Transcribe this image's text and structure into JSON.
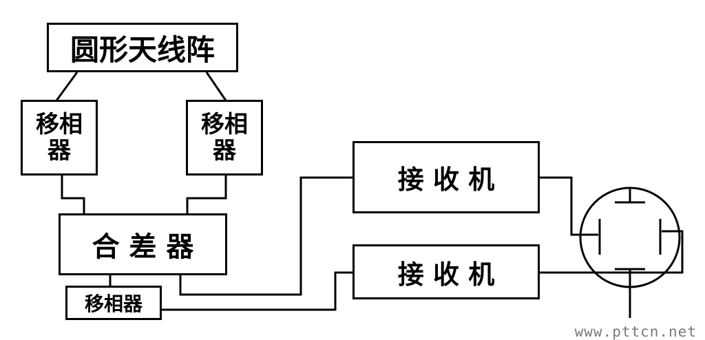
{
  "diagram": {
    "antenna_array_label": "圆形天线阵",
    "phase_shifter_left": {
      "line1": "移相",
      "line2": "器"
    },
    "phase_shifter_right": {
      "line1": "移相",
      "line2": "器"
    },
    "sum_difference_label": "合 差 器",
    "phase_shifter_small_label": "移相器",
    "receiver_top_label": "接 收 机",
    "receiver_bottom_label": "接 收 机",
    "display_symbol": "crt-indicator"
  },
  "watermark": "www.pttcn.net",
  "colors": {
    "line": "#000000",
    "background": "#ffffff",
    "watermark": "#7a7a7a"
  }
}
